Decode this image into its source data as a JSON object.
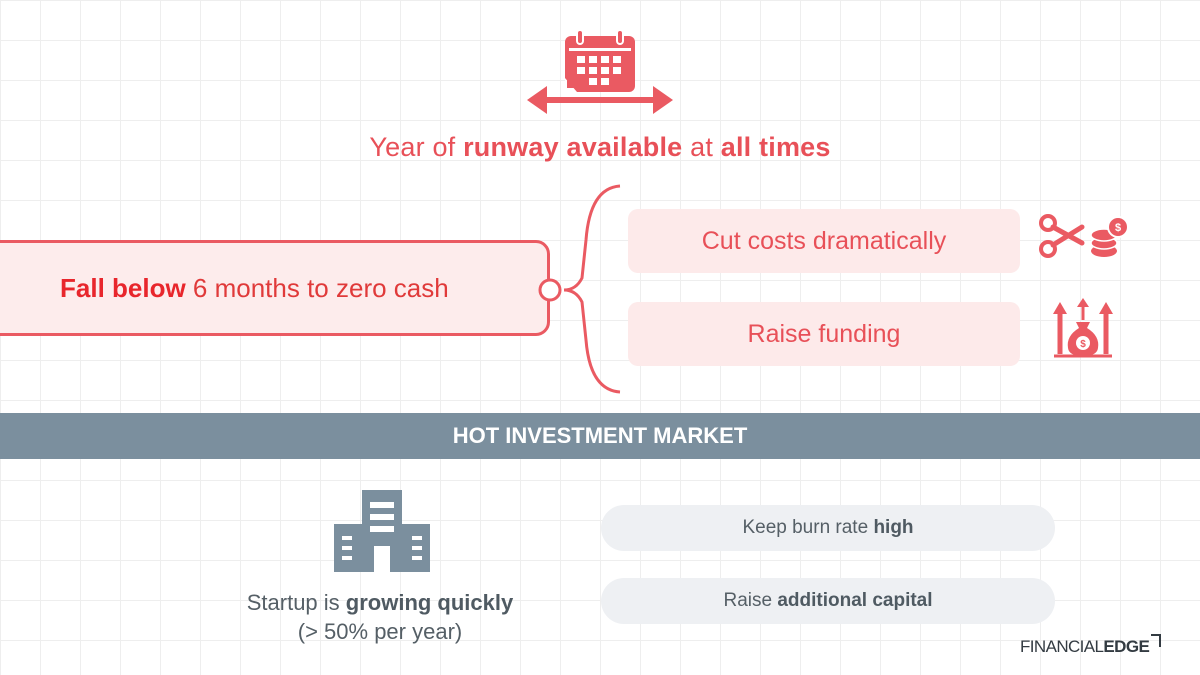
{
  "top": {
    "headline": {
      "p1": "Year of ",
      "b1": "runway available",
      "p2": " at ",
      "b2": "all times"
    }
  },
  "trigger": {
    "lead": "Fall below",
    "rest": " 6 months to zero cash"
  },
  "actions": [
    {
      "label": "Cut costs dramatically",
      "icon": "scissors-coins-icon"
    },
    {
      "label": "Raise funding",
      "icon": "money-bag-growth-icon"
    }
  ],
  "banner": {
    "label": "HOT INVESTMENT MARKET"
  },
  "startup": {
    "p1": "Startup is ",
    "b1": "growing quickly",
    "note": "(> 50% per year)",
    "icon": "office-building-icon"
  },
  "responses": [
    {
      "p": "Keep burn rate ",
      "b": "high"
    },
    {
      "p": "Raise ",
      "b": "additional capital"
    }
  ],
  "brand": {
    "part1": "FINANCIAL",
    "part2": "EDGE"
  },
  "colors": {
    "accent": "#e85058",
    "slate": "#7b8f9e",
    "pill_pink": "#fdeaea",
    "pill_grey": "#eef0f3"
  }
}
